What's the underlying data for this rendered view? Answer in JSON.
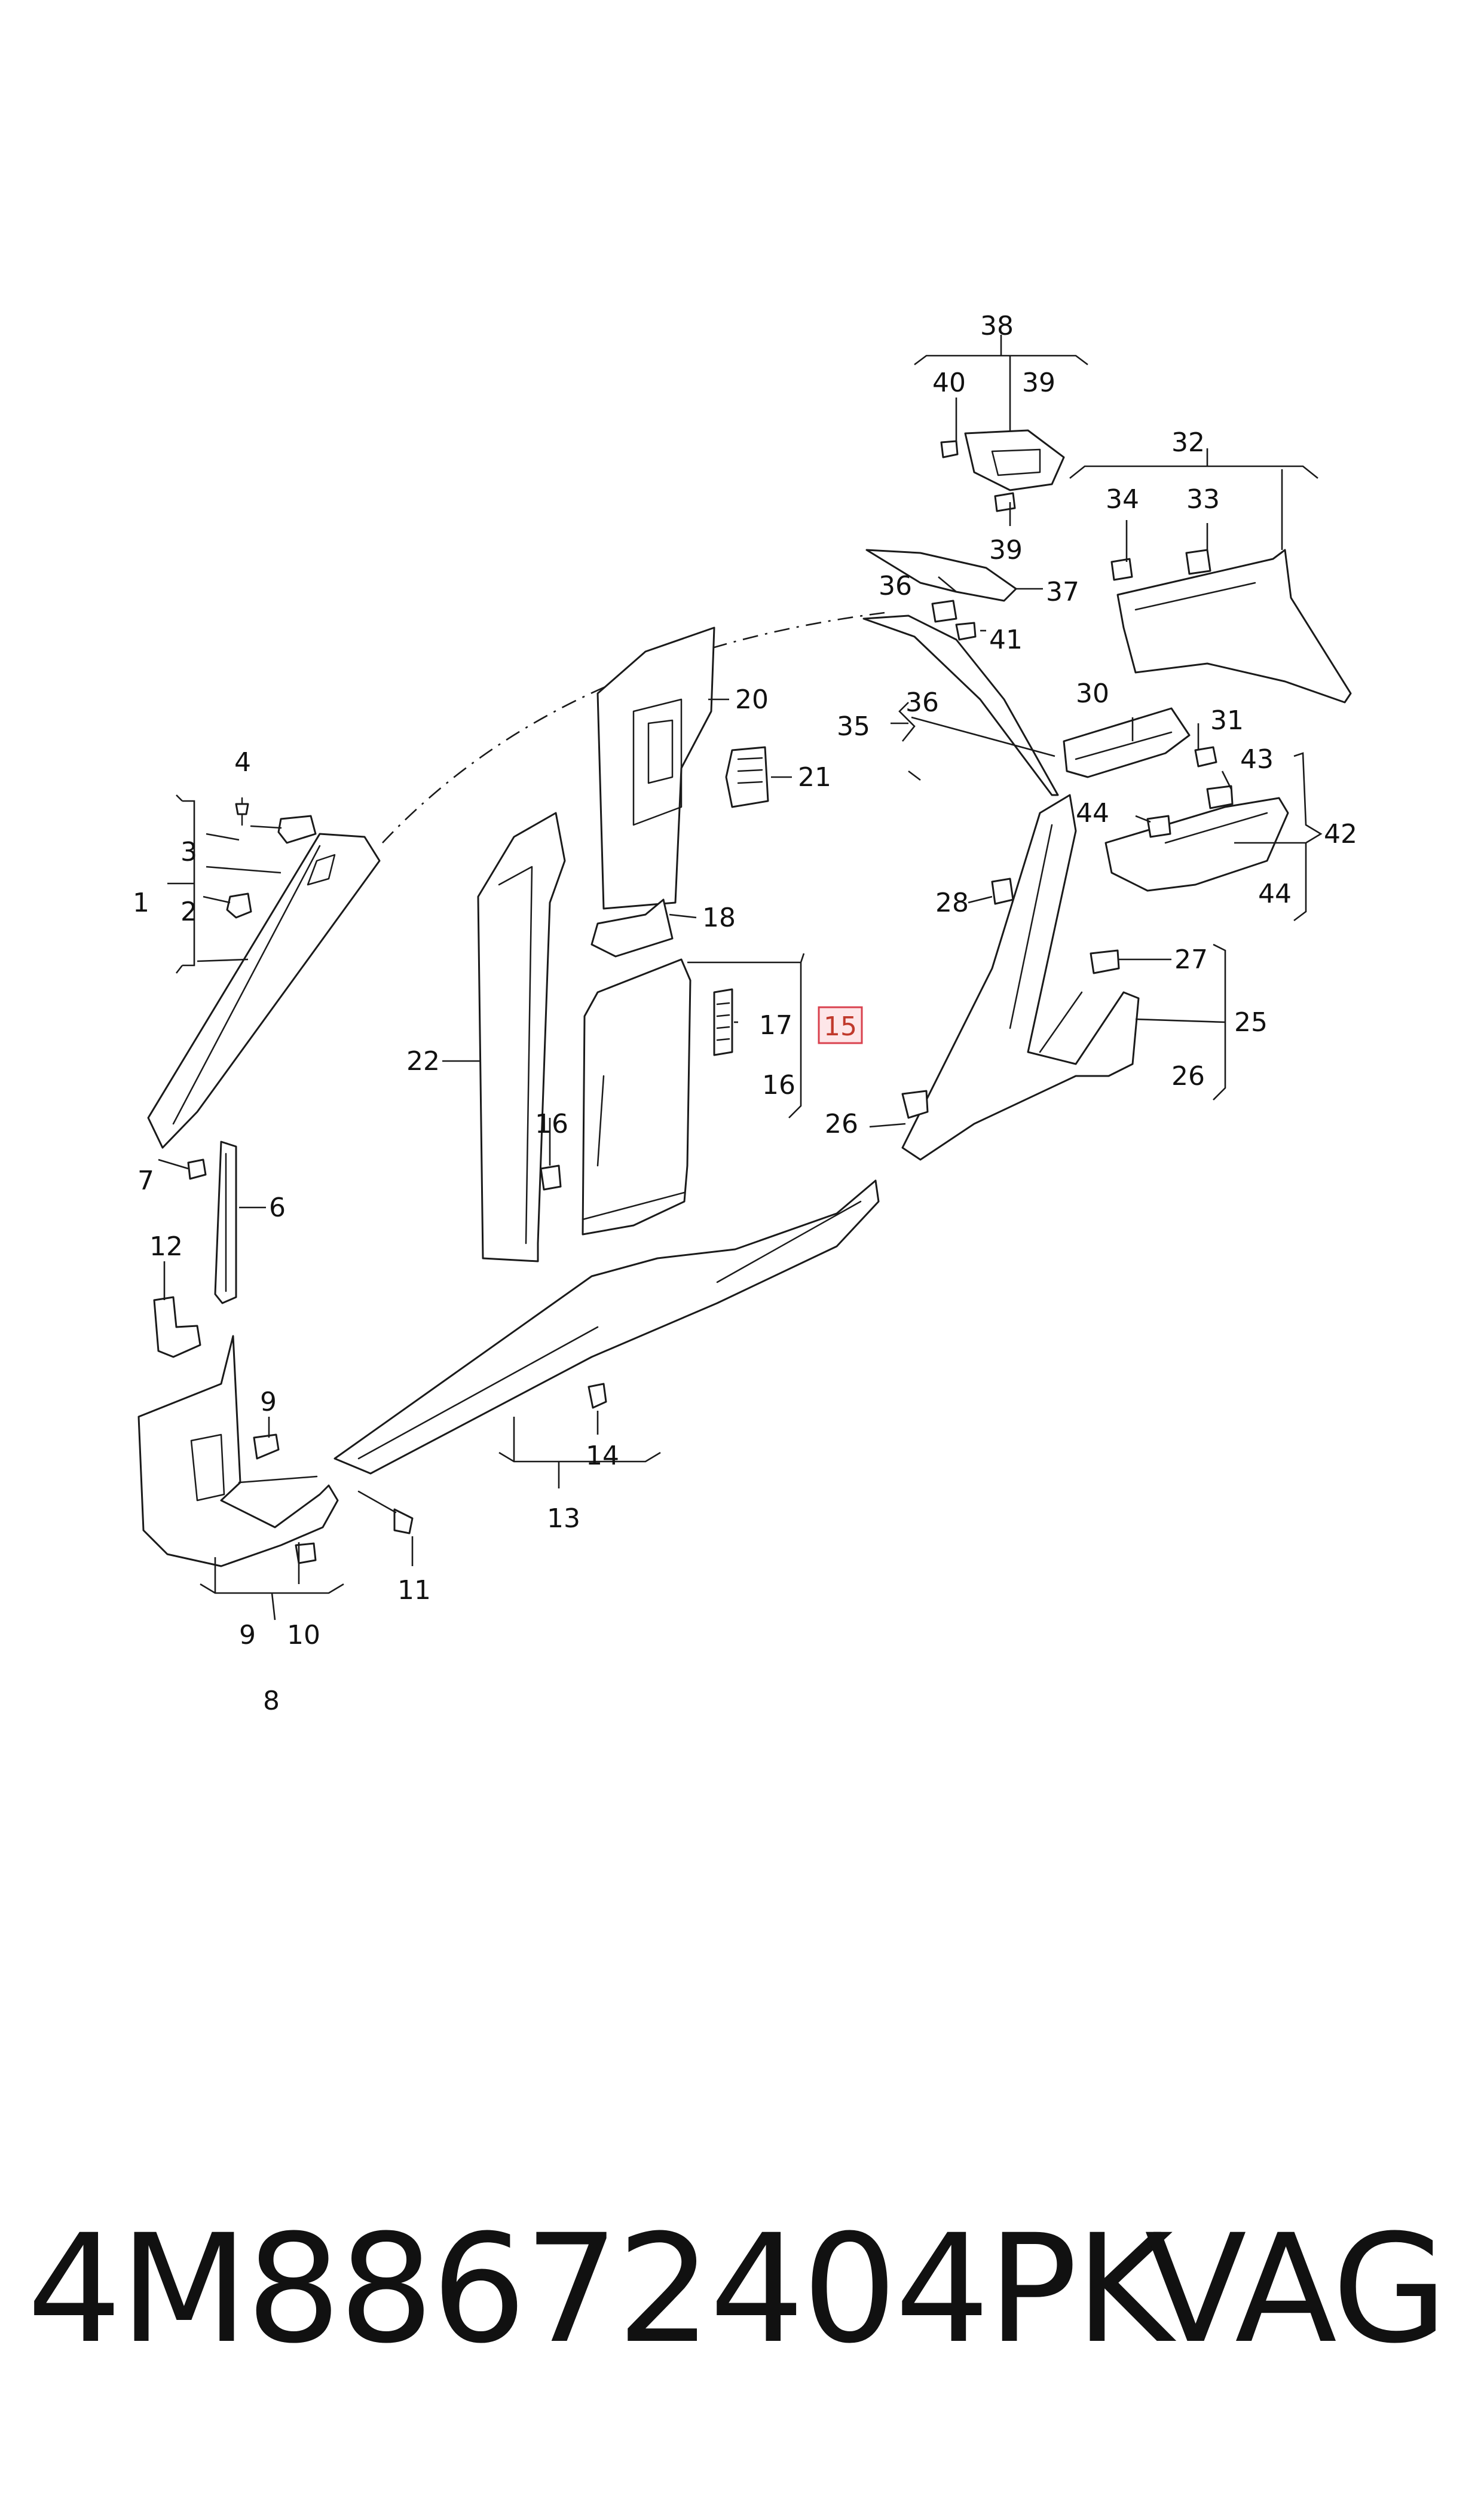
{
  "diagram": {
    "callouts": {
      "c1": "1",
      "c2": "2",
      "c3": "3",
      "c4": "4",
      "c5": "6",
      "c6": "7",
      "c7": "8",
      "c8": "9",
      "c9": "9",
      "c10": "10",
      "c11": "11",
      "c12": "12",
      "c13": "13",
      "c14": "14",
      "c15": "15",
      "c16": "16",
      "c17": "16",
      "c18": "17",
      "c19": "18",
      "c20": "20",
      "c21": "21",
      "c22": "22",
      "c23": "25",
      "c24": "26",
      "c25": "26",
      "c26": "27",
      "c27": "28",
      "c28": "30",
      "c29": "31",
      "c30": "32",
      "c31": "33",
      "c32": "34",
      "c33": "35",
      "c34": "36",
      "c35": "36",
      "c36": "37",
      "c37": "38",
      "c38": "39",
      "c39": "39",
      "c40": "40",
      "c41": "41",
      "c42": "42",
      "c43": "43",
      "c44": "44",
      "c45": "44"
    },
    "highlighted_callout": "15"
  },
  "footer": {
    "part_number": "4M88672404PK",
    "brand": "VAG"
  }
}
